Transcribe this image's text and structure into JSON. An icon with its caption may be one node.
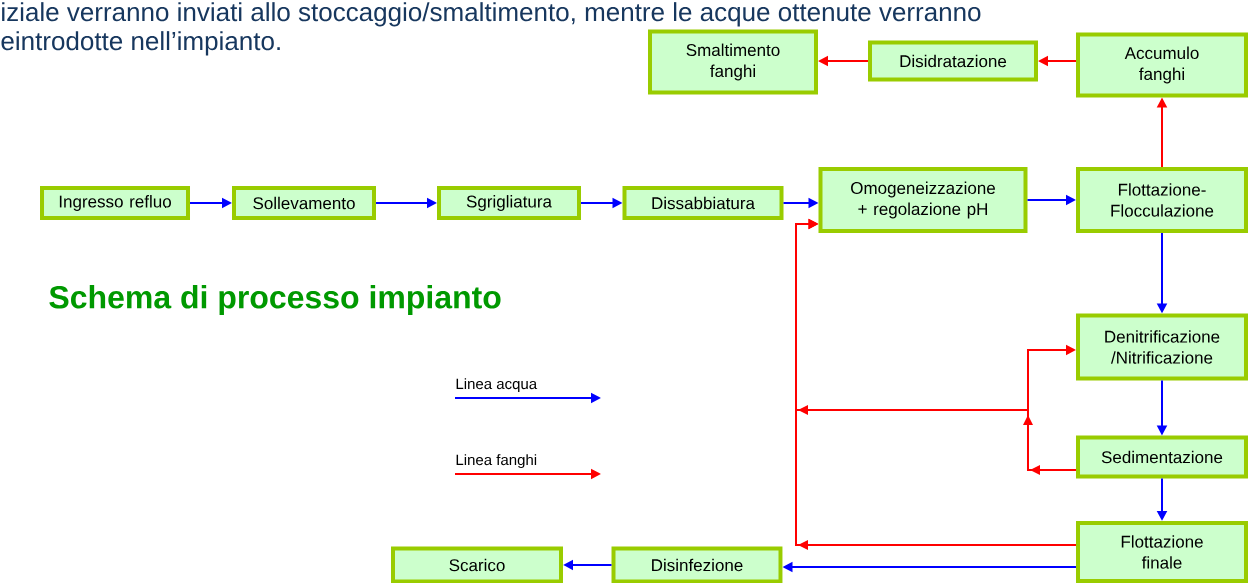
{
  "diagram": {
    "title": "Schema di processo impianto",
    "nodes": [
      {
        "text": [
          "Ingresso refluo"
        ]
      },
      {
        "text": [
          "Sollevamento"
        ]
      },
      {
        "text": [
          "Sgrigliatura"
        ]
      },
      {
        "text": [
          "Dissabbiatura"
        ]
      },
      {
        "text": [
          "Omogeneizzazione + regolazione pH"
        ]
      },
      {
        "text": [
          "Flottazione- Flocculazione"
        ]
      },
      {
        "text": [
          "Accumulo fanghi"
        ]
      },
      {
        "text": [
          "Disidratazione"
        ]
      },
      {
        "text": [
          "Smaltimento fanghi"
        ]
      },
      {
        "text": [
          "Denitrificazione /Nitrificazione"
        ]
      },
      {
        "text": [
          "Sedimentazione"
        ]
      },
      {
        "text": [
          "Flottazione finale"
        ]
      },
      {
        "text": [
          "Disinfezione"
        ]
      },
      {
        "text": [
          "Scarico"
        ]
      }
    ],
    "edges": [
      {
        "from": 0,
        "to": 1,
        "arrow": "to"
      },
      {
        "from": 1,
        "to": 2,
        "arrow": "to"
      },
      {
        "from": 2,
        "to": 3,
        "arrow": "to"
      },
      {
        "from": 3,
        "to": 4,
        "arrow": "to"
      },
      {
        "from": 4,
        "to": 5,
        "arrow": "to"
      },
      {
        "from": 5,
        "to": 9,
        "arrow": "to"
      },
      {
        "from": 9,
        "to": 10,
        "arrow": "to"
      },
      {
        "from": 10,
        "to": 11,
        "arrow": "to"
      },
      {
        "from": 11,
        "to": 12,
        "arrow": "to"
      },
      {
        "from": 12,
        "to": 13,
        "arrow": "to"
      },
      {
        "from": 5,
        "to": 6,
        "arrow": "to",
        "color": "#ff0000"
      },
      {
        "from": 6,
        "to": 7,
        "arrow": "to",
        "color": "#ff0000"
      },
      {
        "from": 7,
        "to": 8,
        "arrow": "to",
        "color": "#ff0000"
      },
      {
        "from": 11,
        "to": 4,
        "arrow": "to",
        "color": "#ff0000"
      },
      {
        "from": 10,
        "to": 9,
        "arrow": "to",
        "color": "#ff0000"
      },
      {
        "from": 10,
        "to": 4,
        "arrow": "to",
        "color": "#ff0000"
      }
    ],
    "labels": [
      "iziale verranno inviati allo stoccaggio/smaltimento, mentre le acque ottenute verranno",
      "eintrodotte nell’impianto."
    ],
    "legend": [
      {
        "text": "Linea acqua"
      },
      {
        "text": "Linea fanghi"
      }
    ]
  }
}
